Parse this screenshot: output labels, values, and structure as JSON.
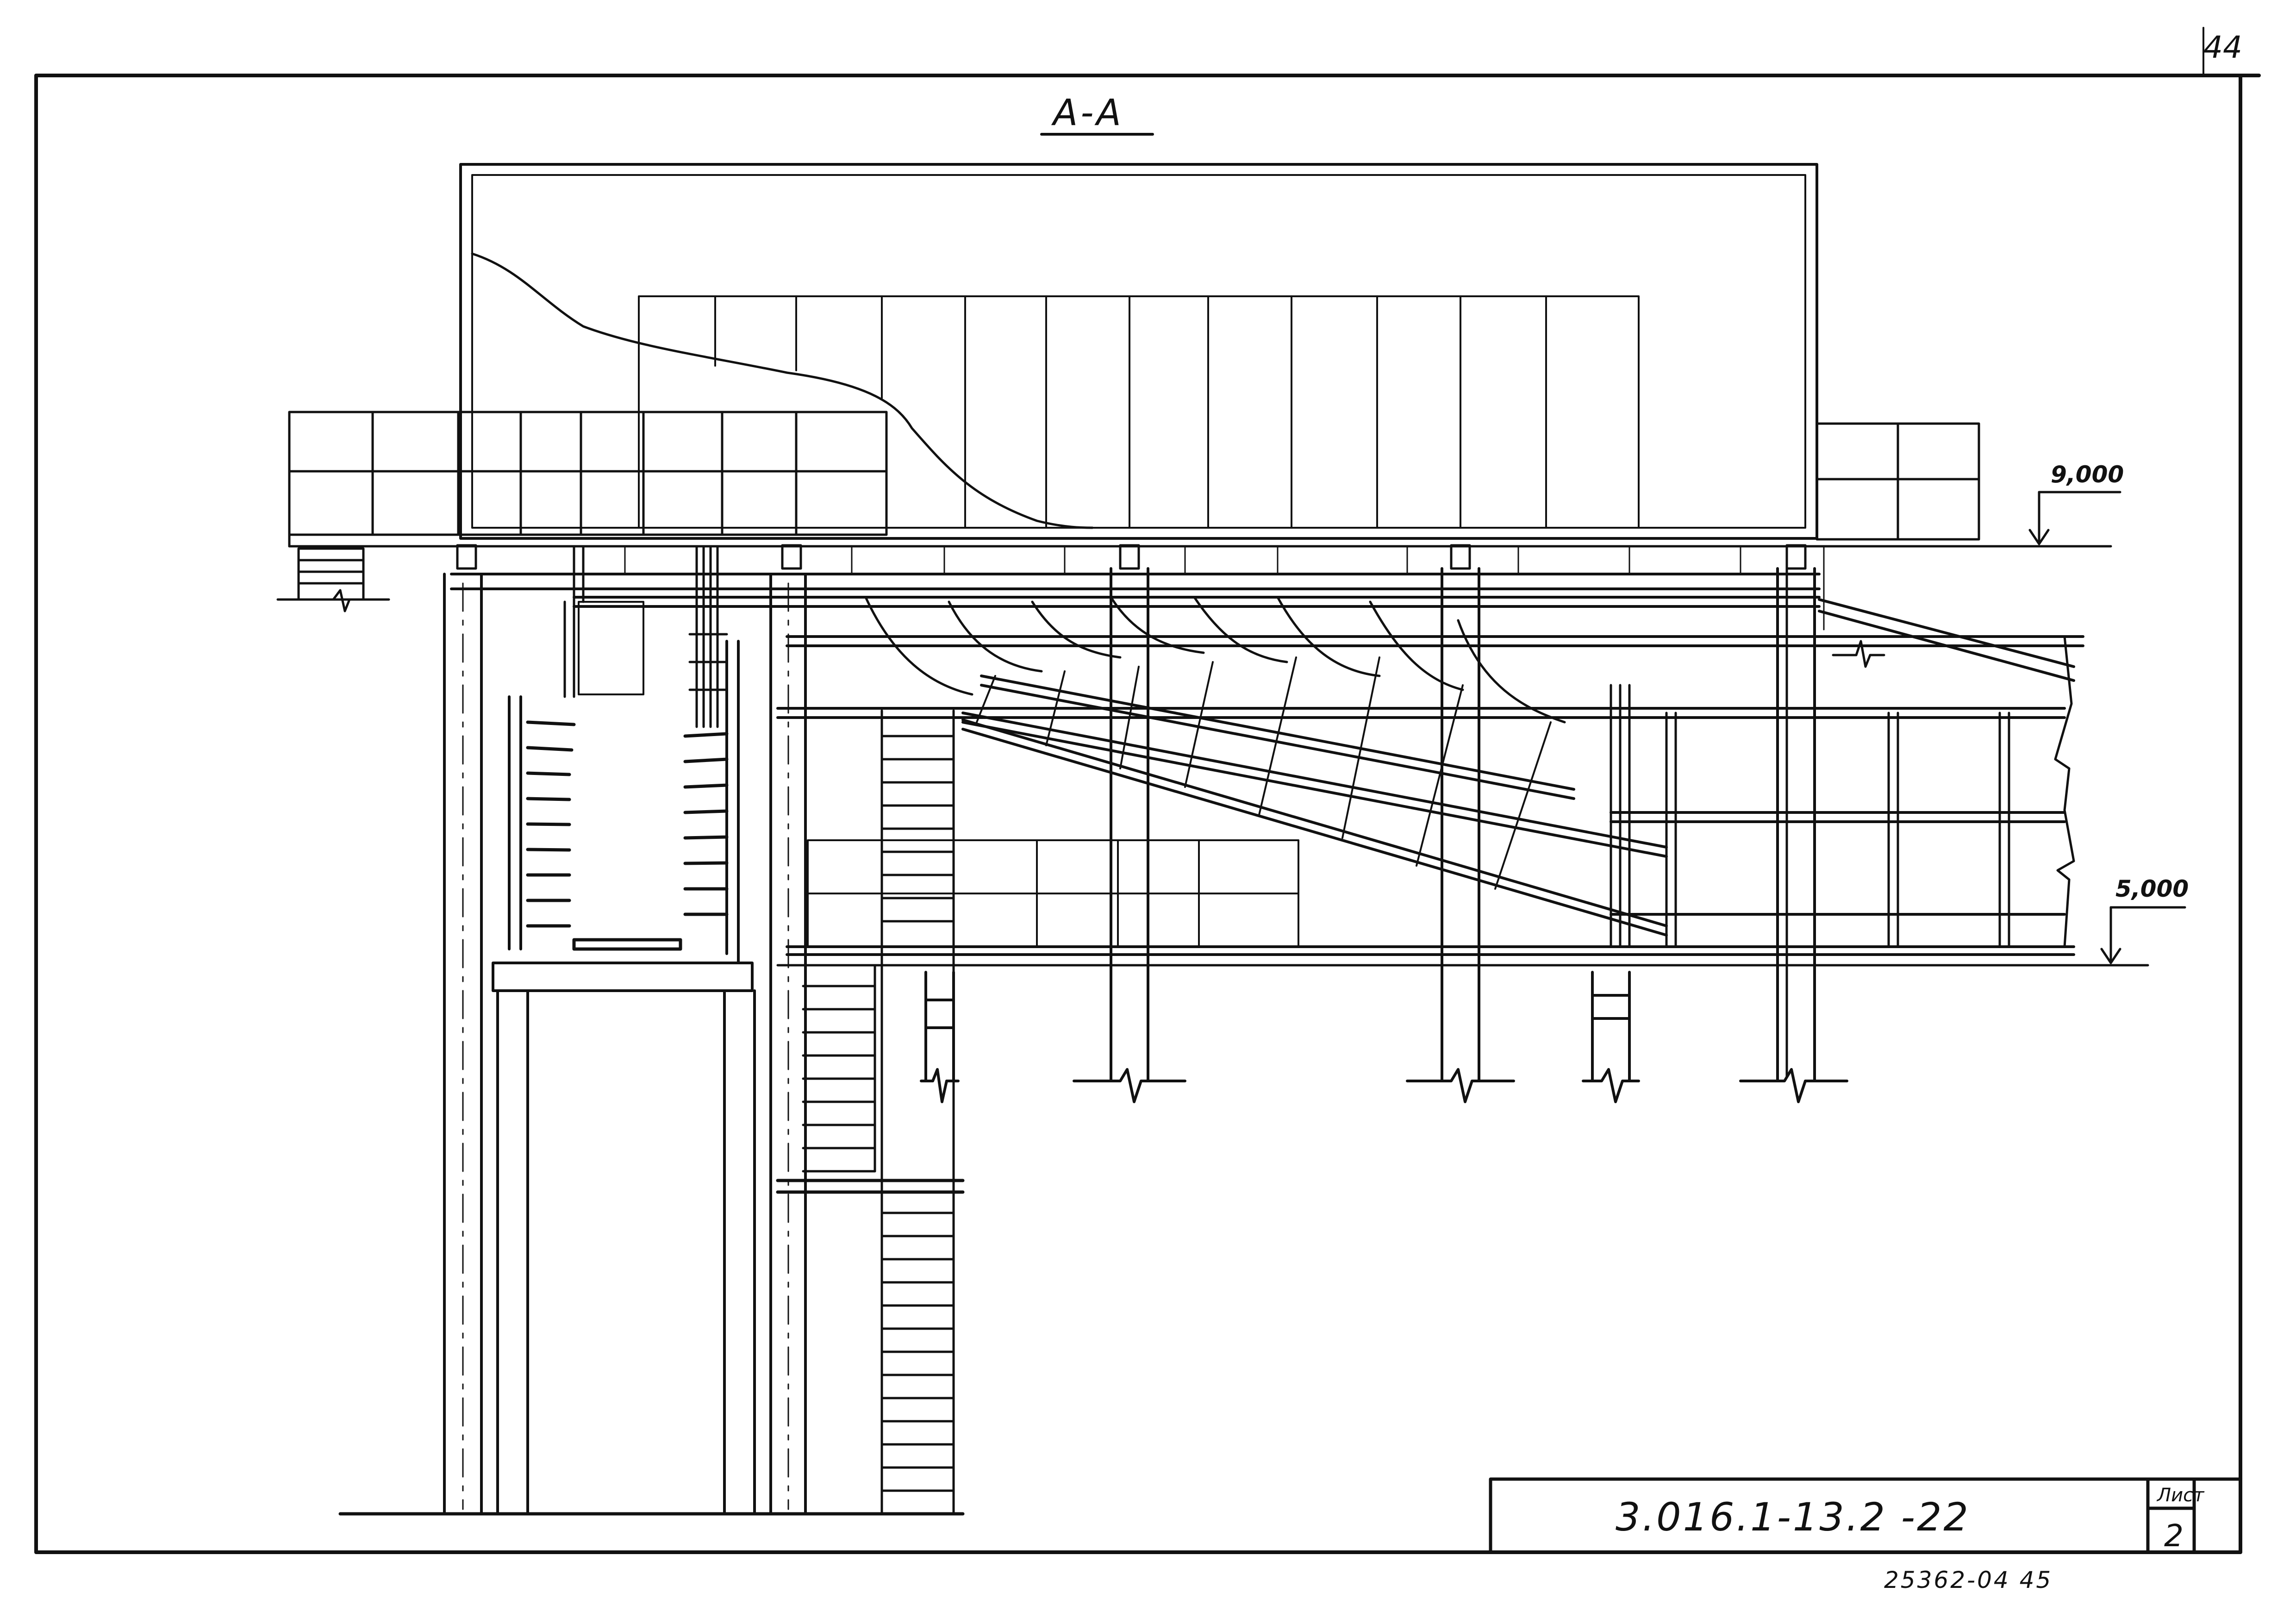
{
  "sheet_corner_number": "44",
  "section_title": "А-А",
  "elevations": {
    "upper": "9,000",
    "lower": "5,000"
  },
  "title_block": {
    "document_code": "3.016.1-13.2 -22",
    "sheet_label": "Лист",
    "sheet_number": "2"
  },
  "archive_number": "25362-04 45"
}
